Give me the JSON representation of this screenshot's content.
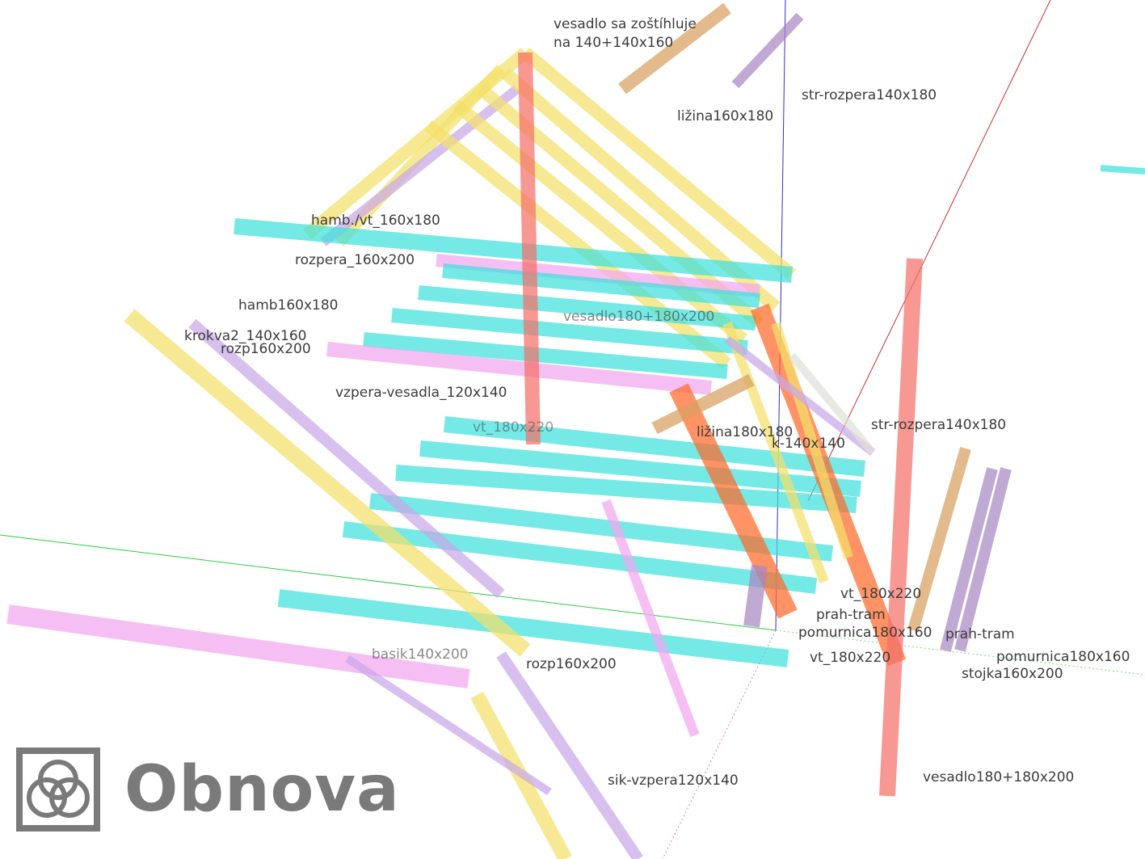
{
  "title": "Obnova",
  "colors": {
    "cyan": "#3fe0dc",
    "yellow": "#f4e06a",
    "pink": "#f2a6f0",
    "lilac": "#c8a8e8",
    "red": "#f4706a",
    "orange": "#ff6a2a",
    "brown": "#d8a060",
    "purple": "#a888c0",
    "axis_green": "#2ecc40",
    "axis_red": "#c83030",
    "axis_blue": "#3030c8"
  },
  "labels": [
    "vesadlo sa zoštíhluje",
    "na 140+140x160",
    "ližina160x180",
    "str-rozpera140x180",
    "hamb./vt_160x180",
    "rozpera_160x200",
    "hamb160x180",
    "krokva2_140x160",
    "rozp160x200",
    "vzpera-vesadla_120x140",
    "vesadlo180+180x200",
    "vt_180x220",
    "ližina180x180",
    "k-140x140",
    "str-rozpera140x180",
    "vt_180x220",
    "prah-tram",
    "pomurnica180x160",
    "prah-tram",
    "pomurnica180x160",
    "vt_180x220",
    "stojka160x200",
    "rozp160x200",
    "basik140x200",
    "sik-vzpera120x140",
    "vesadlo180+180x200"
  ],
  "logo": {
    "text": "Obnova",
    "icon": "obnova-logo-icon"
  }
}
